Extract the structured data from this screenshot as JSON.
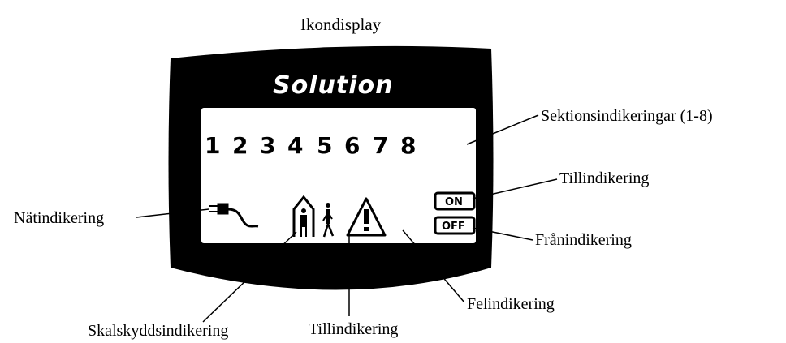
{
  "title": "Ikondisplay",
  "device": {
    "brand": "Solution",
    "sections": [
      "1",
      "2",
      "3",
      "4",
      "5",
      "6",
      "7",
      "8"
    ],
    "on_label": "ON",
    "off_label": "OFF"
  },
  "callouts": {
    "sections": "Sektionsindikeringar (1-8)",
    "on": "Tillindikering",
    "power": "Nätindikering",
    "off": "Frånindikering",
    "perimeter": "Skalskyddsindikering",
    "armed": "Tillindikering",
    "fault": "Felindikering"
  }
}
